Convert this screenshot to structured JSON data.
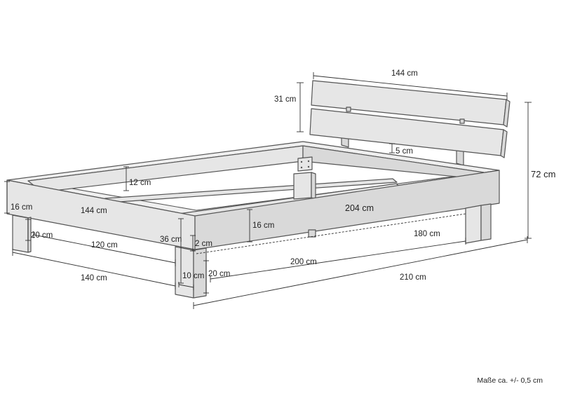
{
  "diagram": {
    "labels": {
      "headboard_width": "144 cm",
      "headboard_board_height": "31 cm",
      "headboard_gap": "5 cm",
      "total_height": "72 cm",
      "frame_inner_height": "12 cm",
      "frame_side_height_left": "16 cm",
      "frame_front_width": "144 cm",
      "frame_side_length": "204 cm",
      "frame_side_height_mid": "16 cm",
      "leg_width_left": "20 cm",
      "front_inner_width": "120 cm",
      "under_clearance": "36 cm",
      "leg_inset": "2 cm",
      "slat_length": "180 cm",
      "total_width": "140 cm",
      "leg_depth": "10 cm",
      "leg_width_front": "20 cm",
      "mattress_length": "200 cm",
      "total_length": "210 cm"
    },
    "note": "Maße ca. +/- 0,5 cm"
  }
}
